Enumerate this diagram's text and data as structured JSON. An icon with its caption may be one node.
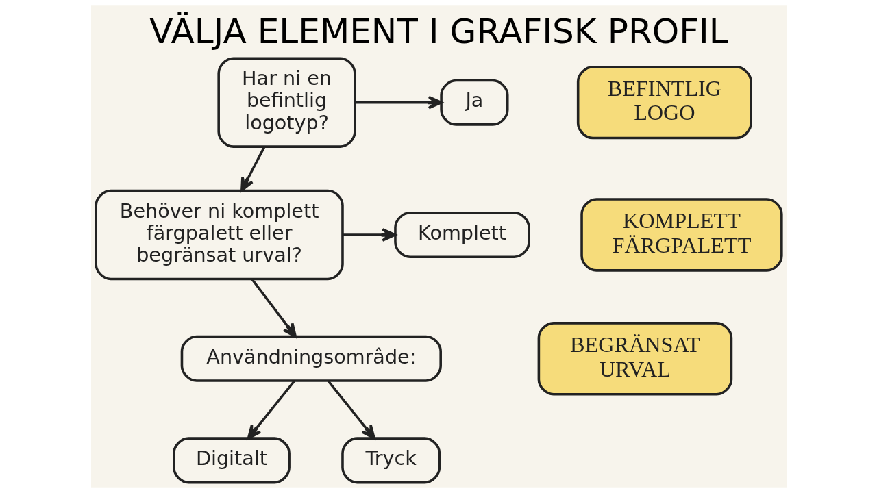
{
  "diagram": {
    "title": "VÄLJA ELEMENT I GRAFISK PROFIL",
    "nodes": [
      {
        "text": [
          "Har ni en befintlig logotyp?"
        ]
      },
      {
        "text": [
          "Ja"
        ]
      },
      {
        "text": [
          "BEFINTLIG LOGO"
        ]
      },
      {
        "text": [
          "Behöver ni komplett färgpalett eller begränsat urval?"
        ]
      },
      {
        "text": [
          "Komplett"
        ]
      },
      {
        "text": [
          "KOMPLETT FÄRGPALETT"
        ]
      },
      {
        "text": [
          "Användningsomrâde:"
        ]
      },
      {
        "text": [
          "BEGRÄNSAT URVAL"
        ]
      },
      {
        "text": [
          "Digitalt"
        ]
      },
      {
        "text": [
          "Tryck"
        ]
      }
    ],
    "edges": [
      {
        "from": 0,
        "to": 1,
        "arrow": "to"
      },
      {
        "from": 0,
        "to": 3,
        "arrow": "to"
      },
      {
        "from": 3,
        "to": 4,
        "arrow": "to"
      },
      {
        "from": 3,
        "to": 6,
        "arrow": "to"
      },
      {
        "from": 6,
        "to": 8,
        "arrow": "to"
      },
      {
        "from": 6,
        "to": 9,
        "arrow": "to"
      }
    ]
  }
}
